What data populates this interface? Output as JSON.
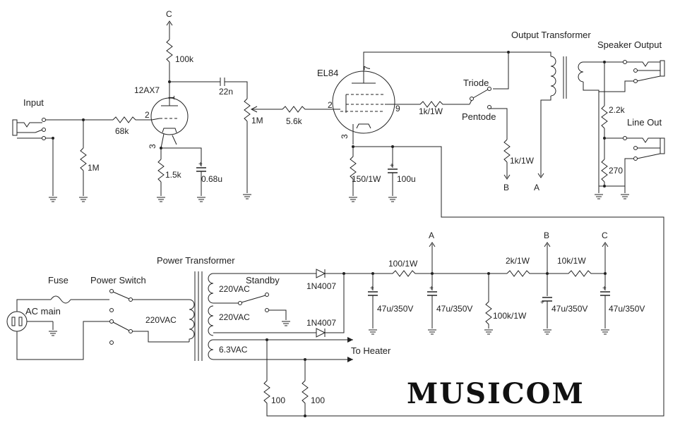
{
  "labels": {
    "input": "Input",
    "c_top": "C",
    "r100k": "100k",
    "tube1": "12AX7",
    "pin2_left": "2",
    "pin1": "1",
    "pin3_left": "3",
    "r68k": "68k",
    "r1m_in": "1M",
    "r1_5k": "1.5k",
    "c0_68u": "0.68u",
    "c22n": "22n",
    "pot1m": "1M",
    "r5_6k": "5.6k",
    "tube2": "EL84",
    "pin7": "7",
    "pin2_right": "2",
    "pin9": "9",
    "pin3_right": "3",
    "r150": "150/1W",
    "c100u": "100u",
    "r1k_a": "1k/1W",
    "triode": "Triode",
    "pentode": "Pentode",
    "r1k_b": "1k/1W",
    "out_b": "B",
    "out_a": "A",
    "output_transformer": "Output Transformer",
    "speaker_output": "Speaker Output",
    "r2_2k": "2.2k",
    "line_out": "Line Out",
    "r270": "270",
    "power_transformer": "Power Transformer",
    "fuse": "Fuse",
    "power_switch": "Power Switch",
    "ac_main": "AC main",
    "v220_primary": "220VAC",
    "standby": "Standby",
    "v220_a": "220VAC",
    "v220_b": "220VAC",
    "v6_3": "6.3VAC",
    "d1": "1N4007",
    "d2": "1N4007",
    "to_heater": "To Heater",
    "r100_a": "100",
    "r100_b": "100",
    "r100_1w": "100/1W",
    "r2k": "2k/1W",
    "r10k": "10k/1W",
    "node_a": "A",
    "node_b": "B",
    "node_c": "C",
    "c47_1": "47u/350V",
    "c47_2": "47u/350V",
    "r100k_1w": "100k/1W",
    "c47_3": "47u/350V",
    "c47_4": "47u/350V",
    "logo": "MUSICOM"
  }
}
